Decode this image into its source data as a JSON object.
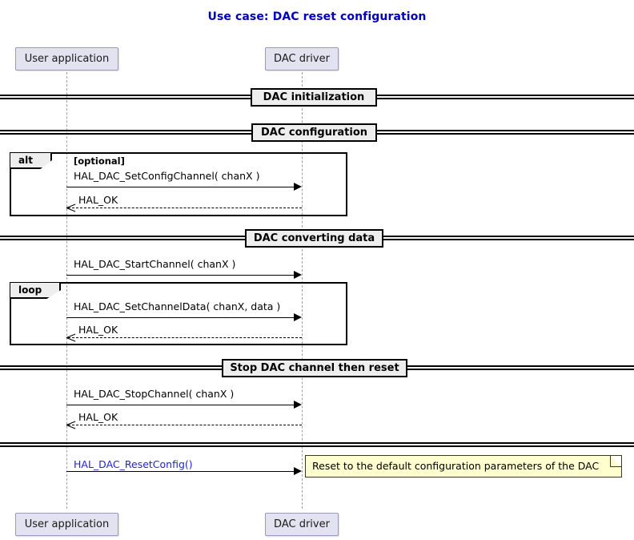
{
  "title": "Use case: DAC reset configuration",
  "colors": {
    "title": "#0000C0",
    "participant_fill": "#E2E2F0",
    "participant_border": "#9A9ABA",
    "divider_fill": "#EEEEEE",
    "note_fill": "#FEFECE",
    "link": "#2222DD",
    "lifeline": "#A0A0A0"
  },
  "participants": [
    {
      "id": "user-application",
      "label": "User application"
    },
    {
      "id": "dac-driver",
      "label": "DAC driver"
    }
  ],
  "participants_bottom": [
    {
      "id": "user-application",
      "label": "User application"
    },
    {
      "id": "dac-driver",
      "label": "DAC driver"
    }
  ],
  "dividers": [
    {
      "id": "dac-initialization",
      "label": "DAC initialization"
    },
    {
      "id": "dac-configuration",
      "label": "DAC configuration"
    },
    {
      "id": "dac-converting-data",
      "label": "DAC converting data"
    },
    {
      "id": "stop-dac-channel-then-reset",
      "label": "Stop DAC channel then reset"
    },
    {
      "id": "final-divider",
      "label": ""
    }
  ],
  "fragments": [
    {
      "id": "alt-optional",
      "type": "alt",
      "guard": "[optional]"
    },
    {
      "id": "loop",
      "type": "loop",
      "guard": ""
    }
  ],
  "messages": [
    {
      "id": "set-config-channel",
      "label": "HAL_DAC_SetConfigChannel( chanX )",
      "direction": "request",
      "style": "solid"
    },
    {
      "id": "set-config-channel-return",
      "label": "HAL_OK",
      "direction": "response",
      "style": "dashed"
    },
    {
      "id": "start-channel",
      "label": "HAL_DAC_StartChannel( chanX )",
      "direction": "request",
      "style": "solid"
    },
    {
      "id": "set-channel-data",
      "label": "HAL_DAC_SetChannelData( chanX, data )",
      "direction": "request",
      "style": "solid"
    },
    {
      "id": "set-channel-data-return",
      "label": "HAL_OK",
      "direction": "response",
      "style": "dashed"
    },
    {
      "id": "stop-channel",
      "label": "HAL_DAC_StopChannel( chanX )",
      "direction": "request",
      "style": "solid"
    },
    {
      "id": "stop-channel-return",
      "label": "HAL_OK",
      "direction": "response",
      "style": "dashed"
    },
    {
      "id": "reset-config",
      "label": "HAL_DAC_ResetConfig()",
      "direction": "request",
      "style": "solid",
      "is_link": true
    }
  ],
  "notes": [
    {
      "id": "reset-config-note",
      "label": "Reset to the default configuration parameters of the DAC"
    }
  ]
}
